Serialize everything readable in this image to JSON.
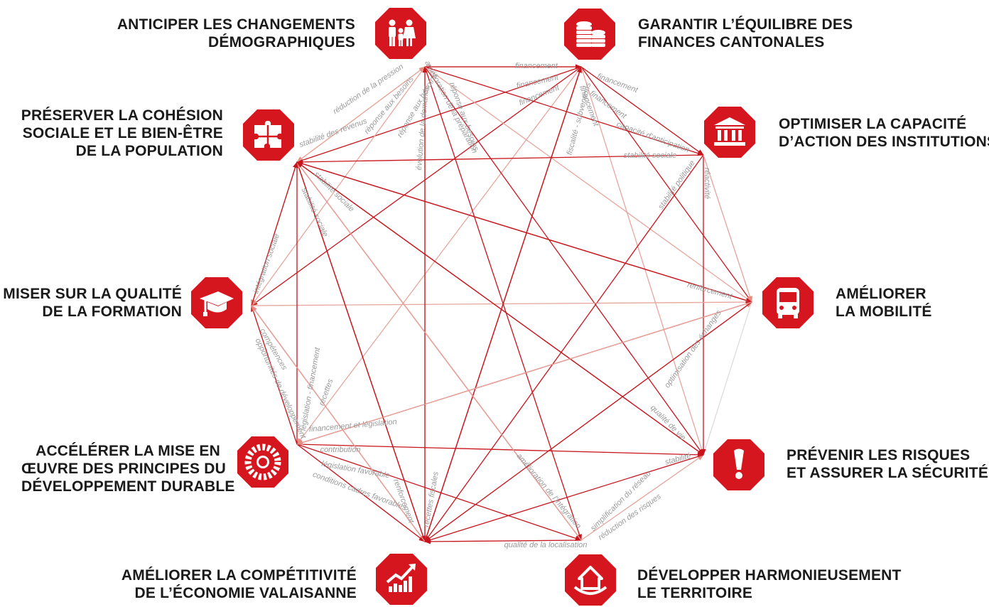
{
  "colors": {
    "accent": "#d6161f",
    "dark": "#a00d14",
    "edge_light": "#e7a69d",
    "edge_pale": "#d9d9d9",
    "text": "#1a1a1a",
    "edge_label": "#9a9a9a"
  },
  "objectives": [
    {
      "key": "demo",
      "icon": "family-icon",
      "lines": [
        "ANTICIPER LES CHANGEMENTS",
        "DÉMOGRAPHIQUES"
      ]
    },
    {
      "key": "finances",
      "icon": "coins-icon",
      "lines": [
        "GARANTIR L’ÉQUILIBRE DES",
        "FINANCES CANTONALES"
      ]
    },
    {
      "key": "institutions",
      "icon": "institution-icon",
      "lines": [
        "OPTIMISER LA CAPACITÉ",
        "D’ACTION DES INSTITUTIONS"
      ]
    },
    {
      "key": "mobilite",
      "icon": "bus-icon",
      "lines": [
        "AMÉLIORER",
        "LA MOBILITÉ"
      ]
    },
    {
      "key": "risques",
      "icon": "exclamation-icon",
      "lines": [
        "PRÉVENIR LES RISQUES",
        "ET ASSURER LA SÉCURITÉ"
      ]
    },
    {
      "key": "territoire",
      "icon": "house-icon",
      "lines": [
        "DÉVELOPPER HARMONIEUSEMENT",
        "LE TERRITOIRE"
      ]
    },
    {
      "key": "economie",
      "icon": "growth-chart-icon",
      "lines": [
        "AMÉLIORER LA COMPÉTITIVITÉ",
        "DE L’ÉCONOMIE VALAISANNE"
      ]
    },
    {
      "key": "durable",
      "icon": "sun-wheel-icon",
      "lines": [
        "ACCÉLÉRER LA MISE EN",
        "ŒUVRE DES PRINCIPES DU",
        "DÉVELOPPEMENT DURABLE"
      ]
    },
    {
      "key": "formation",
      "icon": "graduation-cap-icon",
      "lines": [
        "MISER SUR LA QUALITÉ",
        "DE LA FORMATION"
      ]
    },
    {
      "key": "cohesion",
      "icon": "puzzle-icon",
      "lines": [
        "PRÉSERVER LA COHÉSION",
        "SOCIALE ET LE BIEN-ÊTRE",
        "DE LA POPULATION"
      ]
    }
  ],
  "edge_labels": [
    "financement",
    "financement",
    "financement",
    "financement",
    "financement",
    "financement",
    "capacité d'anticipation",
    "stabilité sociale",
    "stabilité politique",
    "réactivité",
    "réduction de la pression",
    "réponse aux besoins",
    "réponse aux besoins",
    "stabilité des revenus",
    "amélioration de la préparation",
    "évolution de la demande",
    "réponse aux besoins",
    "fiscalité - subventions",
    "stabilité sociale",
    "stabilité sociale",
    "intégration sociale",
    "renforcement",
    "compétences",
    "opportunités de développement",
    "législation - financement",
    "recettes",
    "financement et législation",
    "contribution",
    "législation favorable",
    "conditions cadres favorables",
    "renforcement",
    "recettes fiscales",
    "amélioration de l'intégration",
    "qualité de la localisation",
    "simplification du réseau",
    "réduction des risques",
    "stabilité",
    "qualité de vie",
    "optimisation des échanges"
  ]
}
